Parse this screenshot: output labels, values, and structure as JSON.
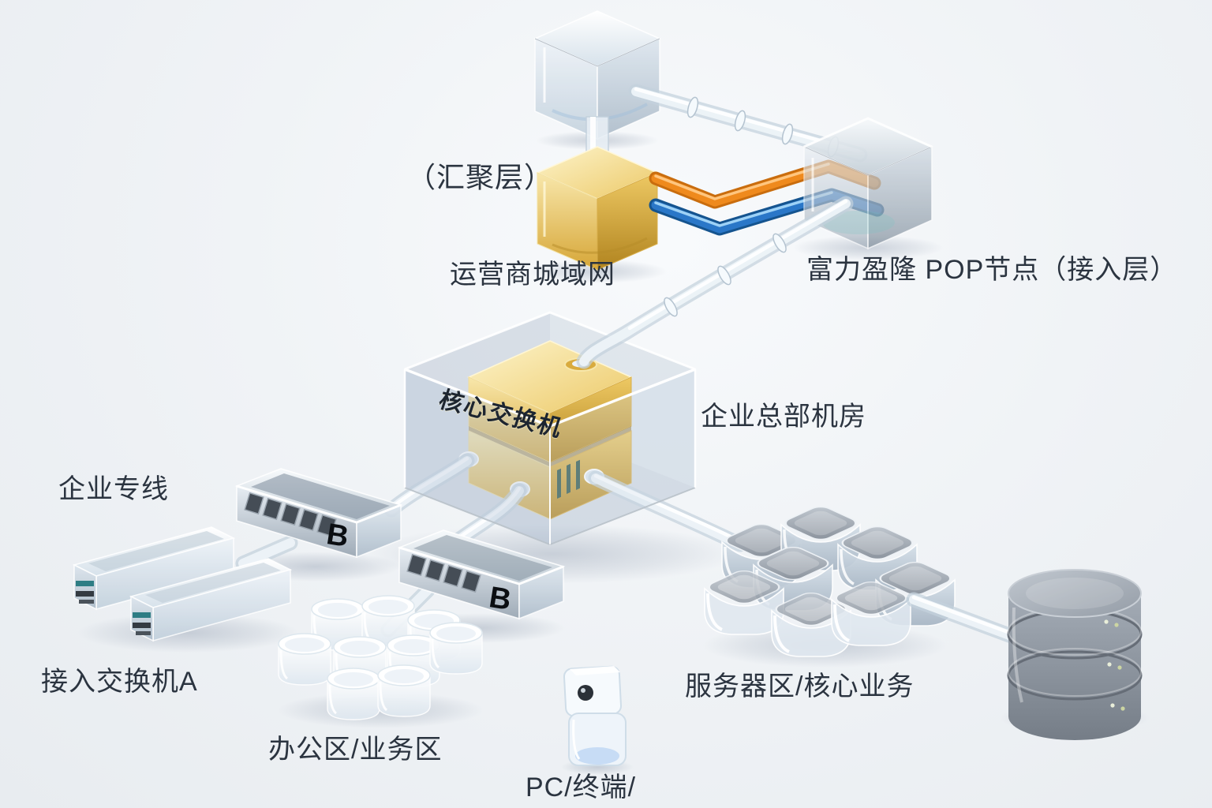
{
  "diagram": {
    "background": "#eef1f4",
    "labels": {
      "aggregation_layer": "（汇聚层）",
      "metro_network": "运营商城域网",
      "pop_node": "富力盈隆 POP节点（接入层）",
      "hq_room": "企业总部机房",
      "core_switch": "核心交换机",
      "enterprise_line": "企业专线",
      "access_switch_a": "接入交换机A",
      "office_area": "办公区/业务区",
      "pc_terminal": "PC/终端/",
      "server_area": "服务器区/核心业务"
    },
    "badges": {
      "switch_b1": "B",
      "switch_b2": "B"
    },
    "colors": {
      "gold_device": "#d9ab3e",
      "orange_cable": "#ef8a1d",
      "blue_cable": "#2a77c8",
      "glass": "#dfe7ee",
      "silver": "#c6d0d9",
      "database_gray": "#8b939d",
      "label_text": "#2b3440",
      "badge_text": "#0b0e12"
    },
    "links": [
      "backbone-cube - metro-network (vertical tube)",
      "backbone-cube - pop-node (ribbed glass pipe)",
      "metro-network - pop-node (orange cable)",
      "metro-network - pop-node (blue cable)",
      "pop-node - core-switch (ribbed glass pipe)",
      "core-switch - access-switch-b1",
      "core-switch - access-switch-b2",
      "core-switch - server-cluster",
      "access-switch-b1 - enterprise-line-modules",
      "access-switch-b2 - office-area",
      "server-cluster - database"
    ]
  }
}
